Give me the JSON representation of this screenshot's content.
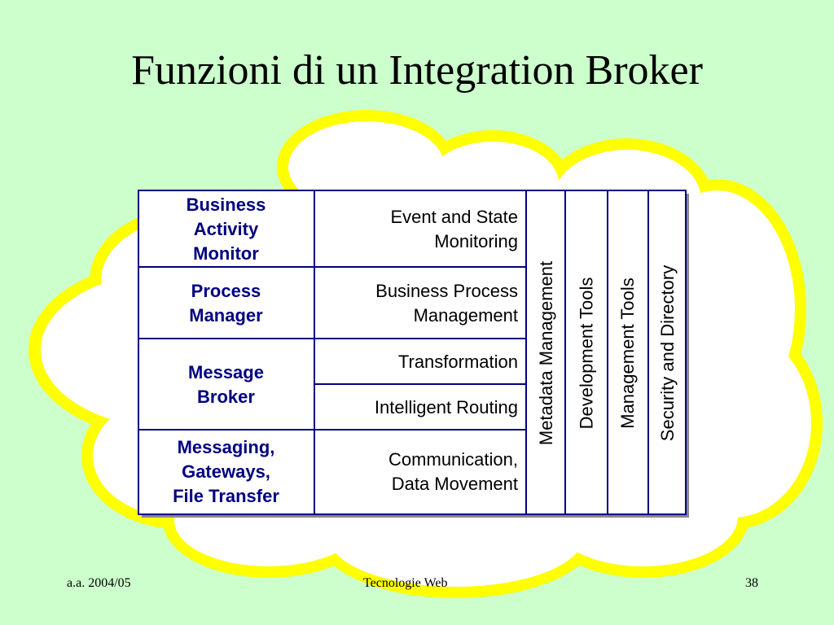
{
  "slide": {
    "title": "Funzioni di un Integration Broker"
  },
  "diagram": {
    "left_blocks": [
      {
        "lines": [
          "Business",
          "Activity",
          "Monitor"
        ]
      },
      {
        "lines": [
          "Process",
          "Manager"
        ]
      },
      {
        "lines": [
          "Message",
          "Broker"
        ]
      },
      {
        "lines": [
          "Messaging,",
          "Gateways,",
          "File Transfer"
        ]
      }
    ],
    "functions": [
      {
        "lines": [
          "Event and State",
          "Monitoring"
        ]
      },
      {
        "lines": [
          "Business Process",
          "Management"
        ]
      },
      {
        "lines": [
          "Transformation"
        ]
      },
      {
        "lines": [
          "Intelligent Routing"
        ]
      },
      {
        "lines": [
          "Communication,",
          "Data Movement"
        ]
      }
    ],
    "vertical_columns": [
      "Metadata Management",
      "Development Tools",
      "Management Tools",
      "Security and Directory"
    ]
  },
  "footer": {
    "left": "a.a. 2004/05",
    "center": "Tecnologie Web",
    "right": "38"
  },
  "colors": {
    "background": "#ccffcc",
    "cloud_fill": "#ffffff",
    "cloud_stroke": "#ffff00",
    "frame_border": "#000080",
    "component_text": "#000080"
  }
}
